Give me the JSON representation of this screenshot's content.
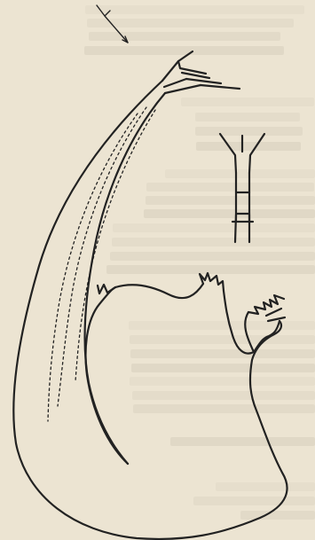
{
  "figure": {
    "kind": "line-drawing",
    "ink_color": "#222222",
    "paper_color": "#ece4d2",
    "parts": [
      "main-outline",
      "detail-inset",
      "pointer-arrow"
    ]
  }
}
